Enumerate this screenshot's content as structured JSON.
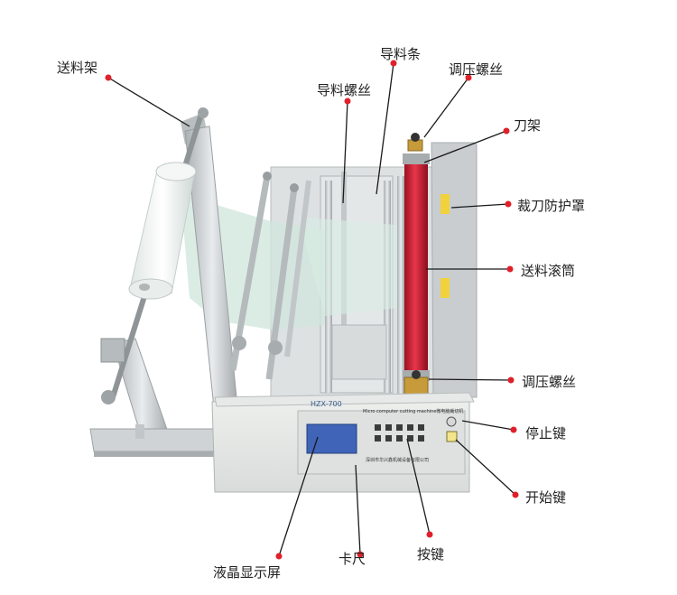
{
  "labels": {
    "feed_rack": "送料架",
    "guide_screw": "导料螺丝",
    "guide_bar": "导料条",
    "adjust_screw_top": "调压螺丝",
    "knife_holder": "刀架",
    "blade_guard": "裁刀防护罩",
    "feed_roller": "送料滚筒",
    "adjust_screw_bottom": "调压螺丝",
    "stop_key": "停止键",
    "start_key": "开始键",
    "lcd_display": "液晶显示屏",
    "ruler": "卡尺",
    "keypad": "按键"
  },
  "panel": {
    "model": "HZX-700",
    "subtitle": "Micro computer cutting machine微电脑裁切机",
    "company": "深圳市华兴鑫机械设备有限公司"
  },
  "colors": {
    "dot": "#e0202a",
    "roller": "#d6263e",
    "frame": "#c7cbcd",
    "film": "#cfe6dc"
  }
}
